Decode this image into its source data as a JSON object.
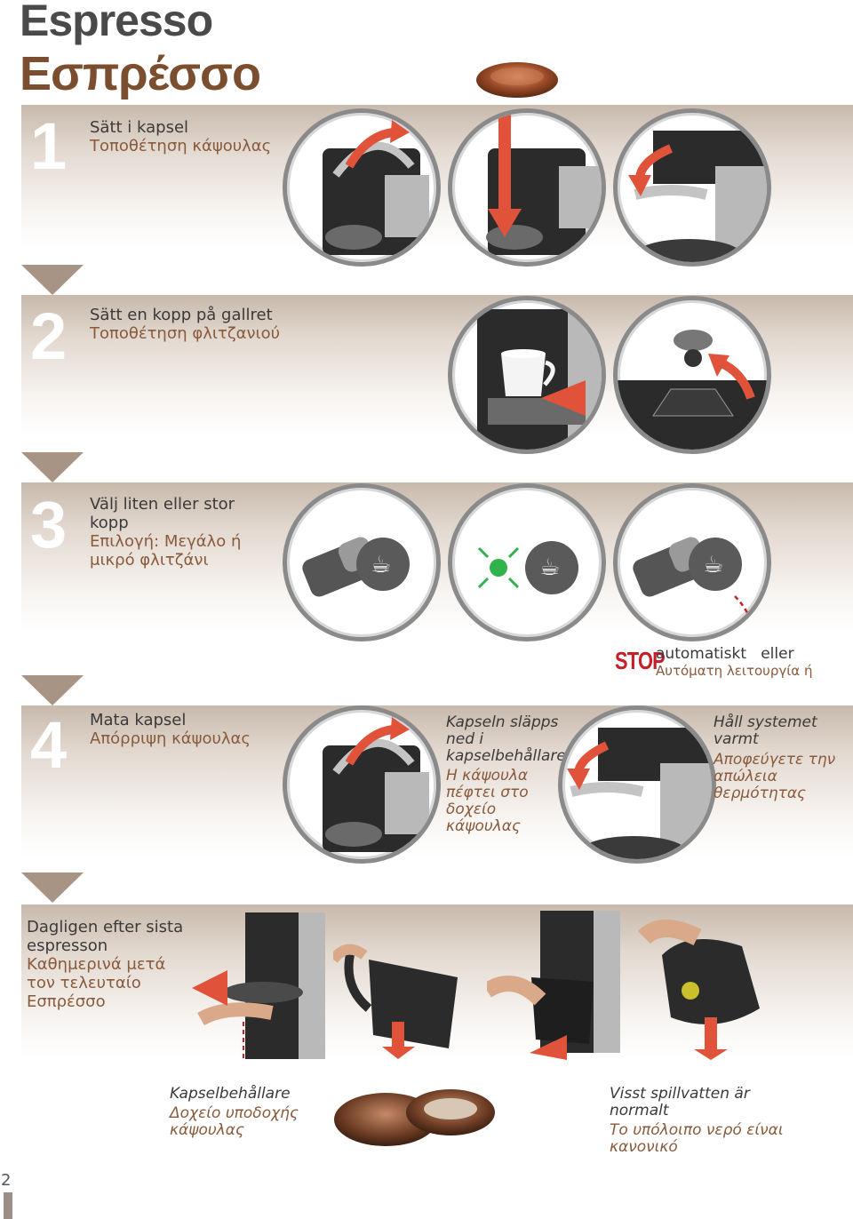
{
  "title": {
    "sv": "Espresso",
    "gr": "Εσπρέσσο"
  },
  "steps": [
    {
      "number": "1",
      "sv": "Sätt i kapsel",
      "gr": "Τοποθέτηση κάψουλας"
    },
    {
      "number": "2",
      "sv": "Sätt en kopp på gallret",
      "gr": "Τοποθέτηση φλιτζανιού"
    },
    {
      "number": "3",
      "sv": "Välj liten eller stor kopp",
      "gr": "Επιλογή: Μεγάλο ή μικρό φλιτζάνι"
    },
    {
      "number": "4",
      "sv": "Mata kapsel",
      "gr": "Απόρριψη κάψουλας"
    }
  ],
  "stop": {
    "label": "STOP",
    "sv_a": "automatiskt",
    "sv_b": "eller",
    "gr": "Αυτόματη λειτουργία ή"
  },
  "step4_notes": [
    {
      "sv": "Kapseln släpps ned i kapselbehållaren",
      "gr": "Η κάψουλα πέφτει στο δοχείο κάψουλας"
    },
    {
      "sv": "Håll systemet varmt",
      "gr": "Αποφεύγετε την απώλεια θερμότητας"
    }
  ],
  "daily": {
    "sv": "Dagligen efter sista espresson",
    "gr": "Καθημερινά μετά τον τελευταίο Εσπρέσσο"
  },
  "bottom_notes": [
    {
      "sv": "Kapselbehållare",
      "gr": "Δοχείο υποδοχής κάψουλας"
    },
    {
      "sv": "Visst spillvatten är normalt",
      "gr": "Το υπόλοιπο νερό είναι κανονικό"
    }
  ],
  "page_number": "2",
  "colors": {
    "arrow": "#e0533a",
    "accent_brown": "#8a5a3c",
    "band": "#c7b9ac",
    "led": "#2fb34a",
    "stop": "#c8202a"
  }
}
